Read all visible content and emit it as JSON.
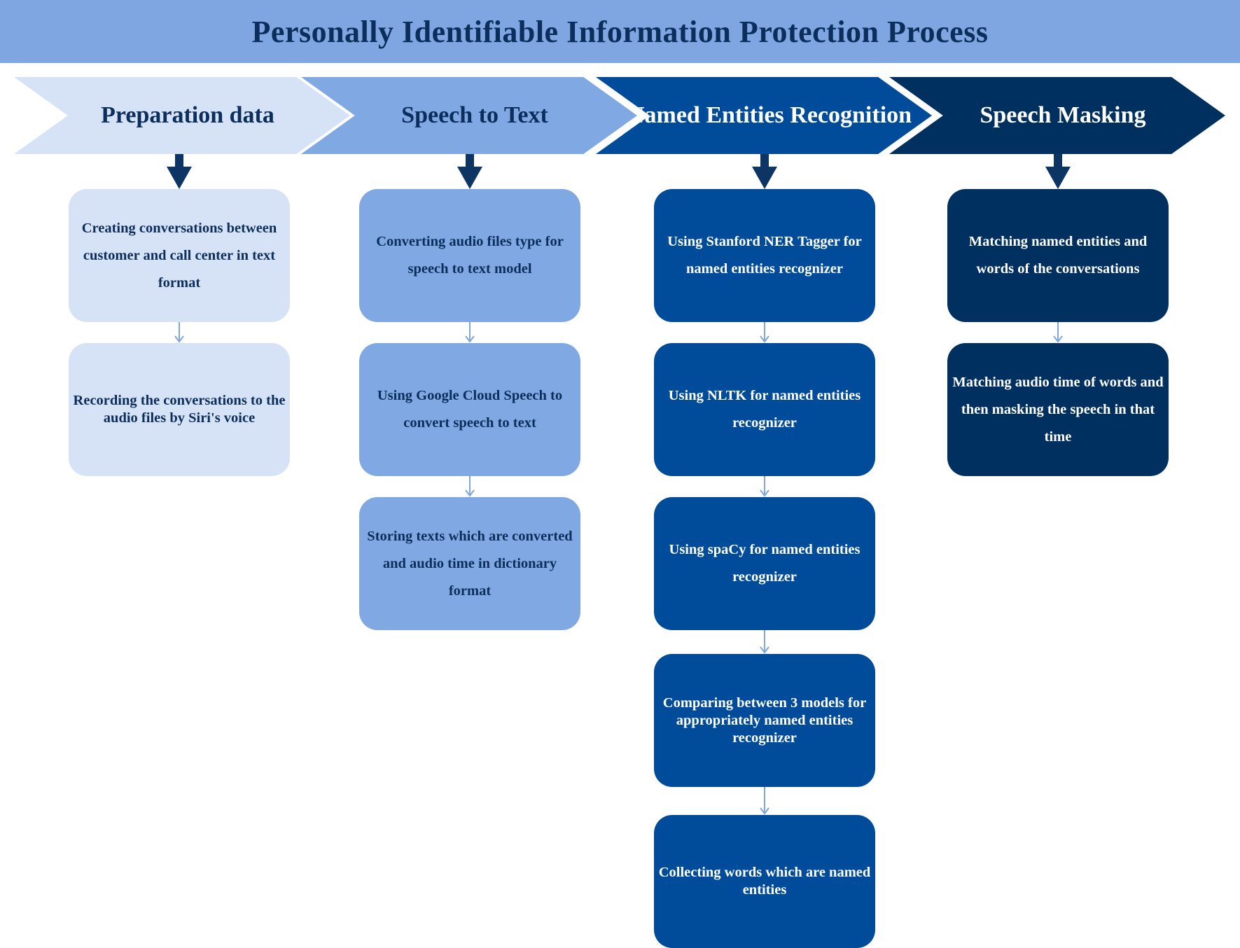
{
  "title": "Personally Identifiable Information Protection Process",
  "colors": {
    "banner": "#7fa6e0",
    "stage1": "#d6e2f5",
    "stage2": "#80a8e2",
    "stage3": "#004c9a",
    "stage4": "#00305f",
    "dark_text": "#0c2e5c",
    "connector": "#7fa6e0",
    "stage_arrow": "#0c3563"
  },
  "stages": [
    {
      "title": "Preparation data",
      "steps": [
        "Creating conversations between customer and call center in text format",
        "Recording the conversations to the audio files by Siri's voice"
      ]
    },
    {
      "title": "Speech to Text",
      "steps": [
        "Converting audio files type for speech to text model",
        "Using Google Cloud Speech to convert speech to text",
        "Storing texts which are converted and audio time in dictionary format"
      ]
    },
    {
      "title": "Named Entities Recognition",
      "steps": [
        "Using Stanford NER Tagger for named entities recognizer",
        "Using NLTK for named entities recognizer",
        "Using spaCy for named entities recognizer",
        "Comparing between 3 models for appropriately named entities recognizer",
        "Collecting words which are named entities"
      ]
    },
    {
      "title": "Speech Masking",
      "steps": [
        "Matching named entities and words of the conversations",
        "Matching audio time of words and then masking the speech in that time"
      ]
    }
  ]
}
